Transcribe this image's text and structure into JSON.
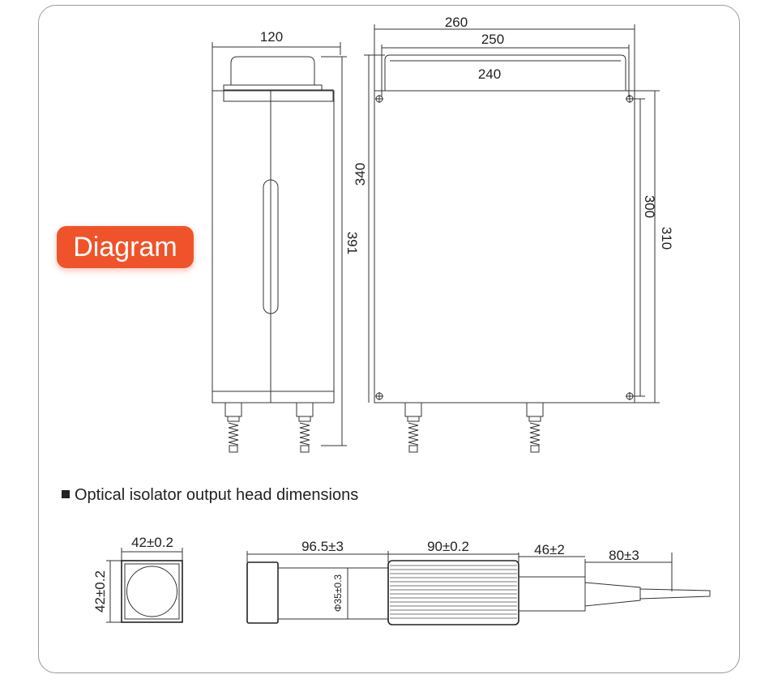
{
  "badge": {
    "label": "Diagram",
    "color": "#f0532a"
  },
  "section": {
    "title": "Optical isolator output head dimensions"
  },
  "dims": {
    "side_width": "120",
    "side_height": "391",
    "front_outer_width": "260",
    "front_handle_width": "250",
    "front_handle_inner": "240",
    "front_height_left": "340",
    "front_hole_spacing": "300",
    "front_height_right": "310"
  },
  "head_dims": {
    "square_w": "42±0.2",
    "square_h": "42±0.2",
    "body_len": "96.5±3",
    "diameter": "Φ35±0.3",
    "fin_len": "90±0.2",
    "neck_len": "46±2",
    "cable_len": "80±3"
  }
}
